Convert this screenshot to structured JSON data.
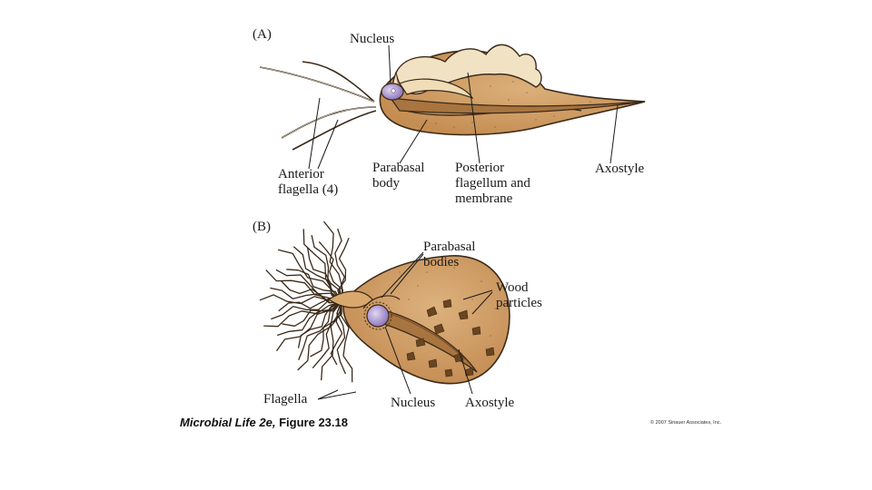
{
  "panels": {
    "a": {
      "letter": "(A)",
      "labels": {
        "nucleus": "Nucleus",
        "anterior_flagella": "Anterior flagella (4)",
        "parabasal_body": "Parabasal body",
        "posterior_flagellum": "Posterior flagellum and membrane",
        "axostyle": "Axostyle"
      }
    },
    "b": {
      "letter": "(B)",
      "labels": {
        "parabasal_bodies": "Parabasal bodies",
        "wood_particles": "Wood particles",
        "flagella": "Flagella",
        "nucleus": "Nucleus",
        "axostyle": "Axostyle"
      }
    }
  },
  "caption": {
    "book": "Microbial Life 2e,",
    "figure": "Figure 23.18"
  },
  "copyright": "© 2007 Sinauer Associates, Inc.",
  "colors": {
    "cell_fill": "#d6a56e",
    "cell_dark": "#a8743f",
    "membrane": "#f1e2c4",
    "nucleus": "#b9a6d8",
    "stroke": "#3b2a1a"
  }
}
